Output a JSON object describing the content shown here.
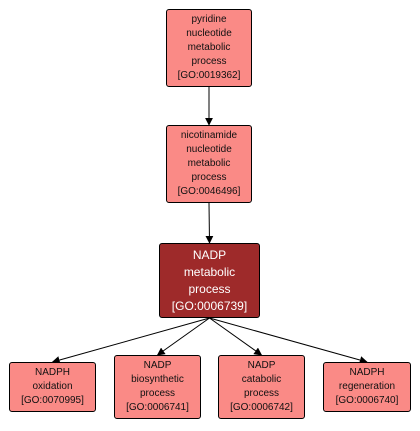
{
  "nodes": {
    "n0019362": {
      "lines": [
        "pyridine",
        "nucleotide",
        "metabolic",
        "process",
        "[GO:0019362]"
      ]
    },
    "n0046496": {
      "lines": [
        "nicotinamide",
        "nucleotide",
        "metabolic",
        "process",
        "[GO:0046496]"
      ]
    },
    "n0006739": {
      "lines": [
        "NADP",
        "metabolic",
        "process",
        "[GO:0006739]"
      ]
    },
    "n0070995": {
      "lines": [
        "NADPH",
        "oxidation",
        "[GO:0070995]"
      ]
    },
    "n0006741": {
      "lines": [
        "NADP",
        "biosynthetic",
        "process",
        "[GO:0006741]"
      ]
    },
    "n0006742": {
      "lines": [
        "NADP",
        "catabolic",
        "process",
        "[GO:0006742]"
      ]
    },
    "n0006740": {
      "lines": [
        "NADPH",
        "regeneration",
        "[GO:0006740]"
      ]
    }
  },
  "edges": [
    {
      "from": "n0019362",
      "to": "n0046496"
    },
    {
      "from": "n0046496",
      "to": "n0006739"
    },
    {
      "from": "n0006739",
      "to": "n0070995"
    },
    {
      "from": "n0006739",
      "to": "n0006741"
    },
    {
      "from": "n0006739",
      "to": "n0006742"
    },
    {
      "from": "n0006739",
      "to": "n0006740"
    }
  ],
  "colors": {
    "term": "#fa8a86",
    "focus_term": "#9e2a2a",
    "edge": "#000000"
  }
}
